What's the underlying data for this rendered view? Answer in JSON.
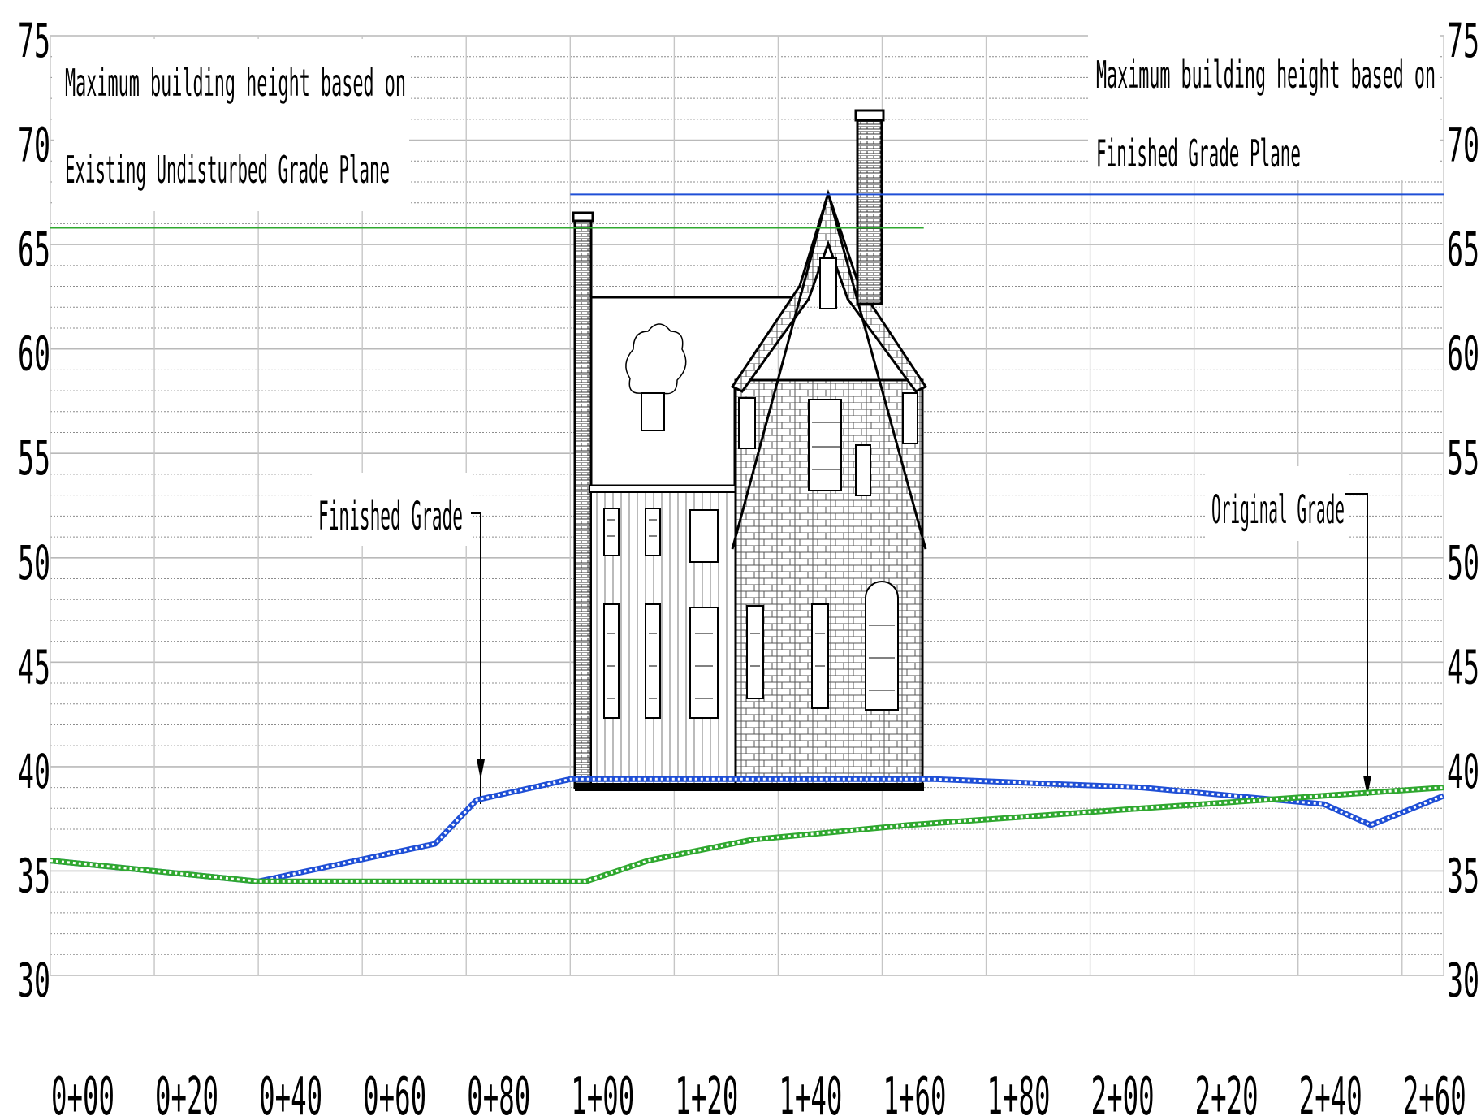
{
  "notes": {
    "existing_max": [
      "Maximum building height based on",
      "Existing Undisturbed Grade Plane"
    ],
    "finished_max": [
      "Maximum building height based on",
      "Finished Grade Plane"
    ],
    "finished_grade": "Finished Grade",
    "original_grade": "Original Grade"
  },
  "chart_data": {
    "type": "line",
    "x_ticks": [
      "0+00",
      "0+20",
      "0+40",
      "0+60",
      "0+80",
      "1+00",
      "1+20",
      "1+40",
      "1+60",
      "1+80",
      "2+00",
      "2+20",
      "2+40",
      "2+60"
    ],
    "y_ticks": [
      "75",
      "70",
      "65",
      "60",
      "55",
      "50",
      "45",
      "40",
      "35",
      "30"
    ],
    "xlim": [
      0,
      268
    ],
    "ylim": [
      30,
      75
    ],
    "grid": "major and minor",
    "series": [
      {
        "name": "Finished Grade",
        "color": "#1f4fd6",
        "points": [
          [
            0,
            35.5
          ],
          [
            40,
            34.5
          ],
          [
            74,
            36.3
          ],
          [
            82,
            38.4
          ],
          [
            100,
            39.4
          ],
          [
            170,
            39.4
          ],
          [
            210,
            39.0
          ],
          [
            245,
            38.2
          ],
          [
            254,
            37.2
          ],
          [
            268,
            38.6
          ]
        ]
      },
      {
        "name": "Original Grade",
        "color": "#2fa82f",
        "points": [
          [
            0,
            35.5
          ],
          [
            40,
            34.5
          ],
          [
            103,
            34.5
          ],
          [
            115,
            35.5
          ],
          [
            135,
            36.5
          ],
          [
            165,
            37.2
          ],
          [
            210,
            38.0
          ],
          [
            268,
            39.0
          ]
        ]
      }
    ],
    "reference_lines": [
      {
        "label": "Maximum building height based on Existing Undisturbed Grade Plane",
        "color": "#2fa82f",
        "y": 65.8,
        "x_start": 0,
        "x_end": 168
      },
      {
        "label": "Maximum building height based on Finished Grade Plane",
        "color": "#1f4fd6",
        "y": 67.4,
        "x_start": 100,
        "x_end": 268
      }
    ]
  }
}
